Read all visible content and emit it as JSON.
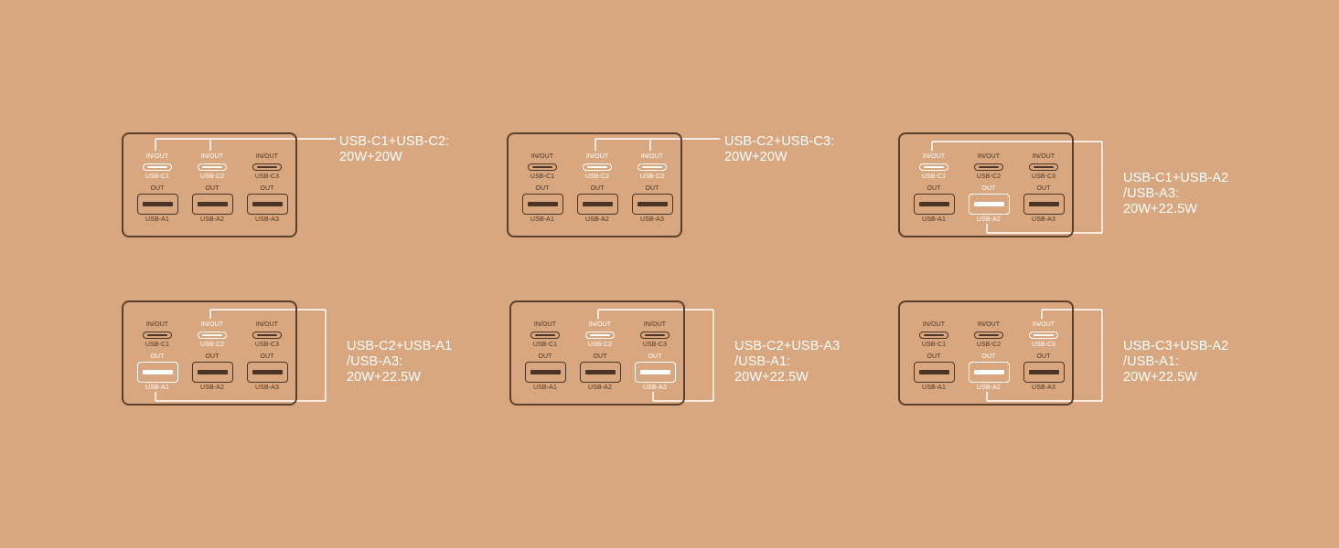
{
  "port_labels": {
    "type_c_header": "IN/OUT",
    "type_a_header": "OUT",
    "c_ports": [
      "USB-C1",
      "USB-C2",
      "USB-C3"
    ],
    "a_ports": [
      "USB-A1",
      "USB-A2",
      "USB-A3"
    ]
  },
  "configurations": [
    {
      "caption": "USB-C1+USB-C2:\n20W+20W",
      "active_c": [
        0,
        1
      ],
      "active_a": []
    },
    {
      "caption": "USB-C2+USB-C3:\n20W+20W",
      "active_c": [
        1,
        2
      ],
      "active_a": []
    },
    {
      "caption": "USB-C1+USB-A2\n/USB-A3:\n20W+22.5W",
      "active_c": [
        0
      ],
      "active_a": [
        1
      ]
    },
    {
      "caption": "USB-C2+USB-A1\n/USB-A3:\n20W+22.5W",
      "active_c": [
        1
      ],
      "active_a": [
        0
      ]
    },
    {
      "caption": "USB-C2+USB-A3\n/USB-A1:\n20W+22.5W",
      "active_c": [
        1
      ],
      "active_a": [
        2
      ]
    },
    {
      "caption": "USB-C3+USB-A2\n/USB-A1:\n20W+22.5W",
      "active_c": [
        2
      ],
      "active_a": [
        1
      ]
    }
  ],
  "colors": {
    "background": "#D8A77F",
    "panel_border": "#5B3F2D",
    "port": "#4A3426",
    "highlight": "#FFFFFF"
  }
}
